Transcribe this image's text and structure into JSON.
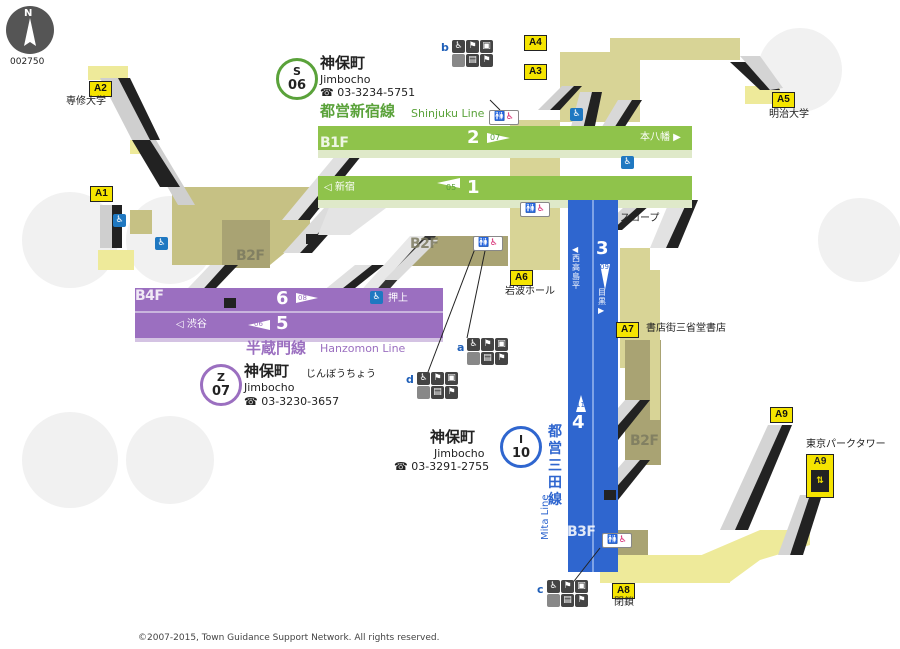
{
  "code": "002750",
  "compass_letter": "N",
  "exits": {
    "a1": "A1",
    "a2": "A2",
    "a3": "A3",
    "a4": "A4",
    "a5": "A5",
    "a6": "A6",
    "a7": "A7",
    "a8": "A8",
    "a9": "A9",
    "a9_inner": "A9"
  },
  "places": {
    "a2": "専修大学",
    "a5": "明治大学",
    "a6": "岩波ホール",
    "a7": "書店街三省堂書店",
    "a8": "閉鎖",
    "a9": "東京パークタワー",
    "slope": "スロープ"
  },
  "floors": {
    "b1f": "B1F",
    "b2f_left": "B2F",
    "b2f_mid": "B2F",
    "b2f_right": "B2F",
    "b3f": "B3F",
    "b4f": "B4F"
  },
  "shinjuku_line": {
    "code_letter": "S",
    "code_num": "06",
    "name_ja": "神保町",
    "name_en": "Jimbocho",
    "tel": "☎ 03-3234-5751",
    "line_ja": "都営新宿線",
    "line_en": "Shinjuku Line",
    "track2": "2",
    "track2_dir": "本八幡 ▶",
    "track2_stop": "07",
    "track1": "1",
    "track1_dir": "◁ 新宿",
    "track1_stop": "05",
    "color": "#8fc34b"
  },
  "hanzomon_line": {
    "code_letter": "Z",
    "code_num": "07",
    "name_ja": "神保町",
    "name_suffix": "じんぼうちょう",
    "name_en": "Jimbocho",
    "tel": "☎ 03-3230-3657",
    "line_ja": "半蔵門線",
    "line_en": "Hanzomon Line",
    "track6": "6",
    "track6_stop": "08",
    "track5": "5",
    "track5_dir": "◁ 渋谷",
    "track5_stop": "06",
    "push_up": "押上",
    "color": "#9b6fc0"
  },
  "mita_line": {
    "code_letter": "I",
    "code_num": "10",
    "name_ja": "神保町",
    "name_en": "Jimbocho",
    "tel": "☎ 03-3291-2755",
    "line_ja": "都営三田線",
    "line_en": "Mita Line",
    "track3": "3",
    "track3_stop": "09",
    "track3_dir_up": "◀西高島平",
    "track3_dir_down": "目黒▶",
    "track4": "4",
    "track4_stop": "11",
    "color": "#2f66cf"
  },
  "facility_clusters": {
    "a": "a",
    "b": "b",
    "c": "c",
    "d": "d"
  },
  "icons": {
    "elevator": "elevator-icon",
    "wheelchair": "wheelchair-icon",
    "restroom": "restroom-icon",
    "escalator": "escalator-icon",
    "gate": "ticket-gate-icon"
  },
  "copyright": "©2007-2015, Town Guidance Support Network. All rights reserved."
}
